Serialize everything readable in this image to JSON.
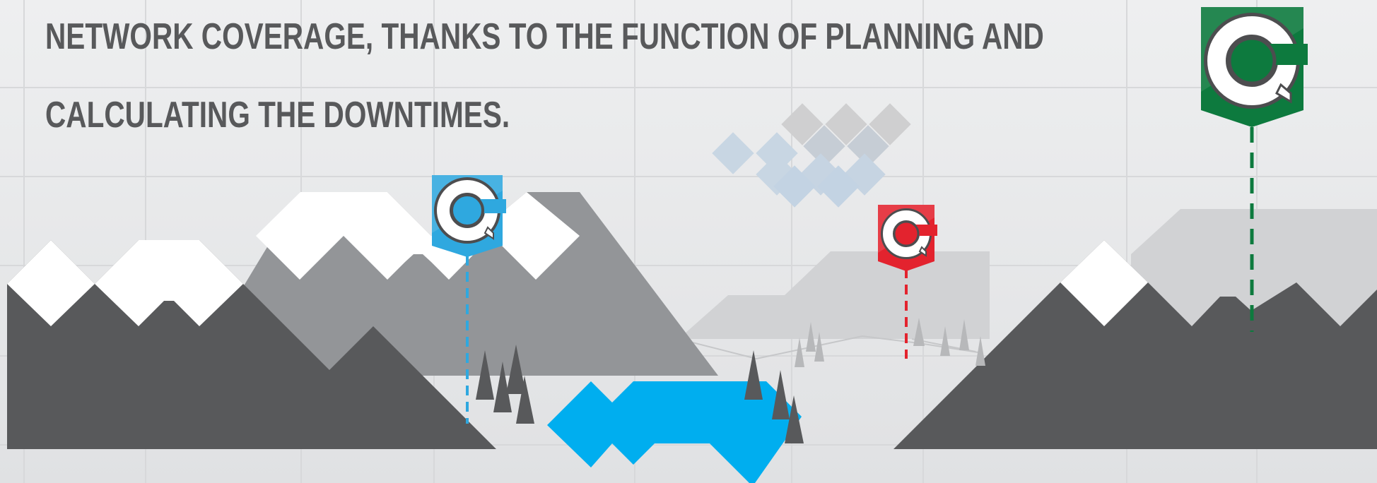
{
  "headline": {
    "line1": "NETWORK COVERAGE, THANKS TO THE FUNCTION OF PLANNING AND",
    "line2": "CALCULATING THE DOWNTIMES."
  },
  "markers": [
    {
      "name": "blue-marker",
      "color": "#2fa8df"
    },
    {
      "name": "red-marker",
      "color": "#e3232e"
    },
    {
      "name": "green-marker",
      "color": "#0d7a3e"
    }
  ],
  "colors": {
    "mountain_dark": "#58595b",
    "mountain_mid": "#939598",
    "mountain_light": "#d1d2d4",
    "snow": "#ffffff",
    "lake": "#00aeef",
    "grid": "#d7d8da"
  },
  "icons": [
    "logo-c-icon",
    "tree-icon",
    "diamond-icon"
  ]
}
